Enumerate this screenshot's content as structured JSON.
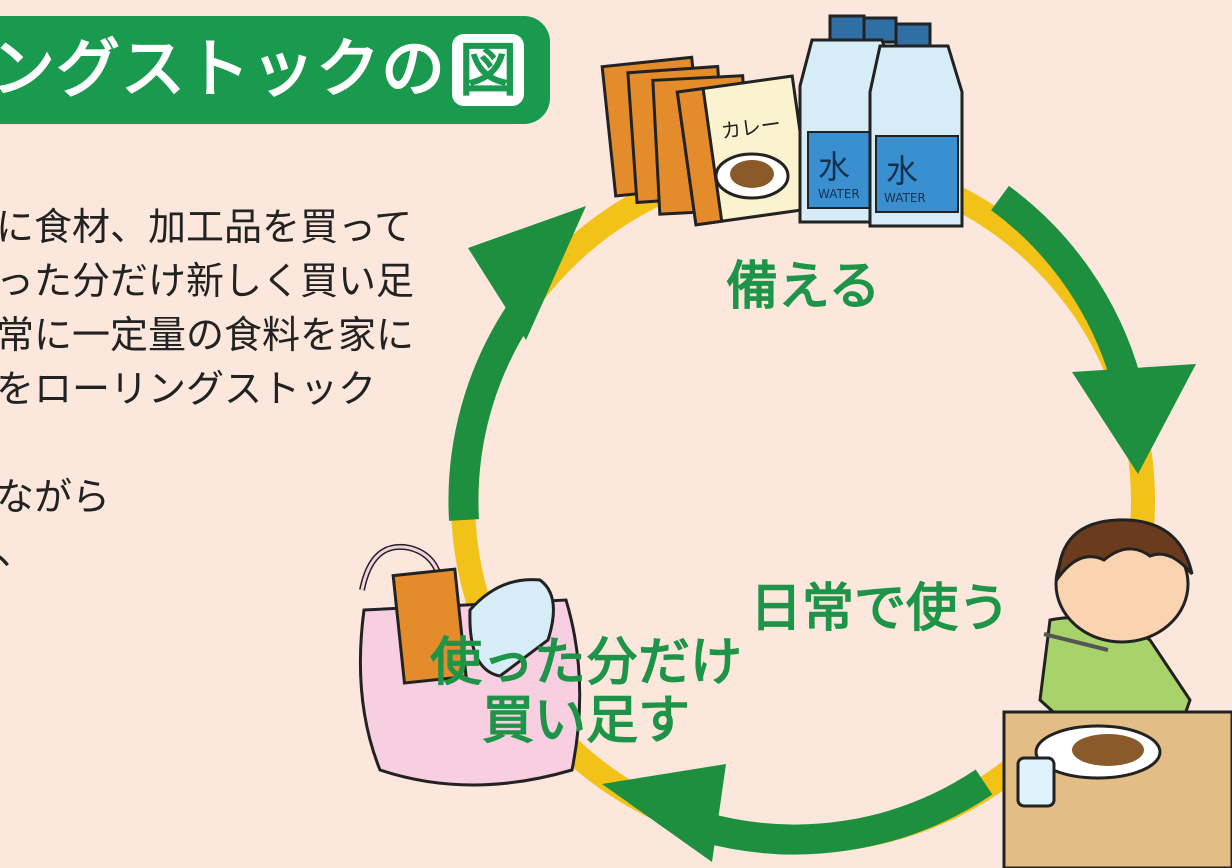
{
  "title": {
    "text": "ングストックの",
    "icon_char": "図"
  },
  "description": {
    "lines": [
      "に食材、加工品を買って",
      "った分だけ新しく買い足",
      "常に一定量の食料を家に",
      "をローリングストック",
      "",
      "ながら",
      "、"
    ]
  },
  "cycle": {
    "stages": [
      {
        "label": "備える"
      },
      {
        "label": "日常で使う"
      },
      {
        "label_lines": [
          "使った分だけ",
          "買い足す"
        ]
      }
    ]
  },
  "illustrations": {
    "curry_box_label": "カレー",
    "water_bottle_label": "水",
    "water_bottle_sub": "WATER"
  },
  "colors": {
    "background": "#fbe7dc",
    "banner": "#1a9a4e",
    "arrow_green": "#1e8f3e",
    "ring_yellow": "#f2c218",
    "label_green": "#1e9448"
  }
}
